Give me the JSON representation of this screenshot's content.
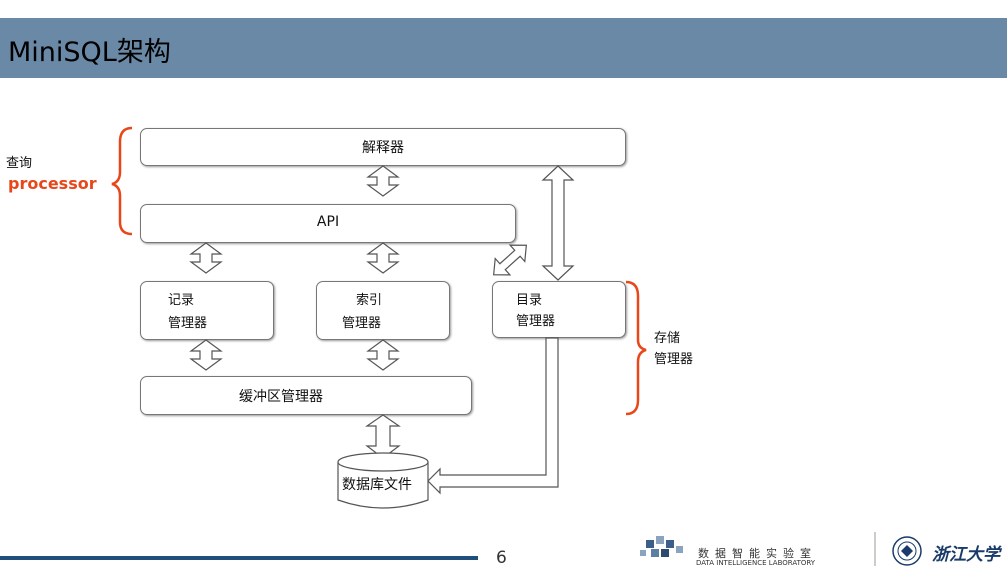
{
  "title": "MiniSQL架构",
  "labels": {
    "query_cn": "查询",
    "processor": "processor",
    "storage_line1": "存储",
    "storage_line2": "管理器"
  },
  "boxes": {
    "interpreter": "解释器",
    "api": "API",
    "record_line1": "记录",
    "record_line2": "管理器",
    "index_line1": "索引",
    "index_line2": "管理器",
    "catalog_line1": "目录",
    "catalog_line2": "管理器",
    "buffer": "缓冲区管理器",
    "db_files": "数据库文件"
  },
  "footer": {
    "page_number": "6",
    "lab_name_cn": "数据智能实验室",
    "lab_name_en": "DATA INTELLIGENCE LABORATORY",
    "university": "浙江大学"
  },
  "colors": {
    "title_bar": "#6a89a6",
    "processor_text": "#e8471a",
    "brace": "#e8471a",
    "footer_line": "#1f4f7a"
  },
  "icons": [
    "lab-logo-icon",
    "zju-emblem-icon"
  ]
}
